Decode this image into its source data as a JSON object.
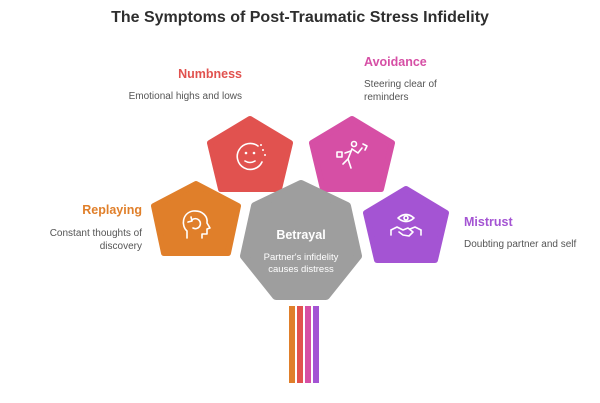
{
  "title": "The Symptoms of Post-Traumatic Stress Infidelity",
  "center": {
    "title": "Betrayal",
    "subtitle_line1": "Partner's infidelity",
    "subtitle_line2": "causes distress",
    "color": "#9e9e9e"
  },
  "symptoms": {
    "numbness": {
      "label": "Numbness",
      "desc": "Emotional highs and lows",
      "color": "#e1524f",
      "icon": "face-dots-icon"
    },
    "avoidance": {
      "label": "Avoidance",
      "desc": "Steering clear of reminders",
      "color": "#d64fa5",
      "icon": "running-person-icon"
    },
    "replaying": {
      "label": "Replaying",
      "desc": "Constant thoughts of discovery",
      "color": "#e07f2a",
      "icon": "head-refresh-icon"
    },
    "mistrust": {
      "label": "Mistrust",
      "desc": "Doubting partner and self",
      "color": "#a454d3",
      "icon": "eye-handshake-icon"
    }
  },
  "stem_colors": [
    "#e07f2a",
    "#e1524f",
    "#d64fa5",
    "#a454d3"
  ]
}
